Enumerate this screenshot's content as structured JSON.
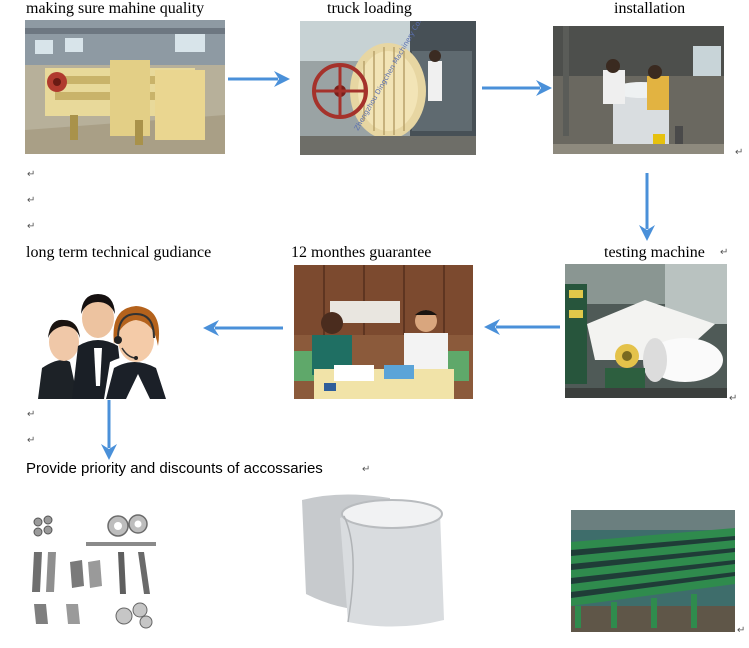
{
  "steps": {
    "quality": "making sure mahine quality",
    "truck": "truck loading",
    "install": "installation",
    "technical": "long term technical gudiance",
    "guarantee": "12 monthes guarantee",
    "testing": "testing machine",
    "accessories": "Provide priority and discounts of accossaries"
  },
  "watermark": "Zhengzhou Dingchen Machinery Co.,Ltd",
  "paragraph_mark": "↵",
  "colors": {
    "arrow": "#4a90d9"
  },
  "icons": [
    "right-arrow-icon",
    "down-arrow-icon",
    "left-arrow-icon"
  ]
}
